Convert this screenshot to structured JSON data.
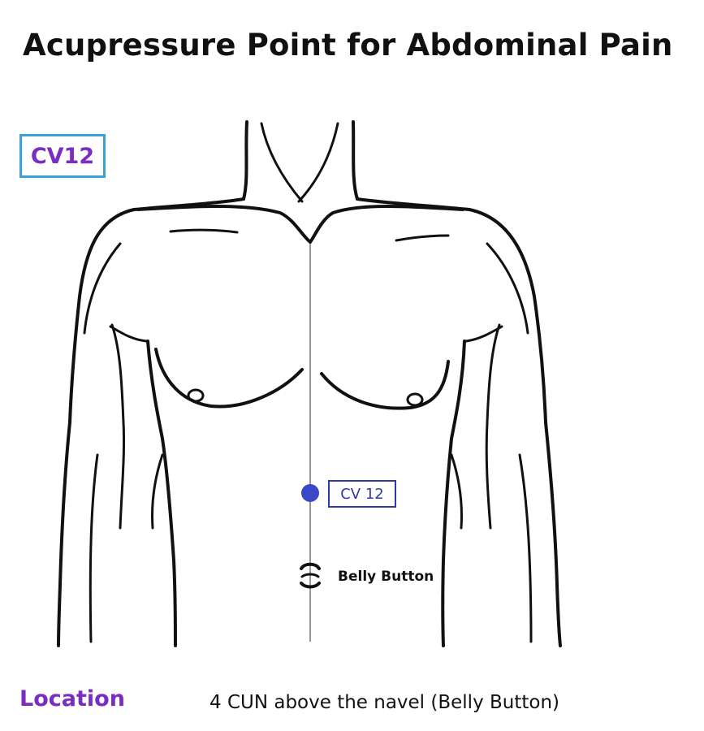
{
  "title": "Acupressure Point for Abdominal Pain",
  "point_tag": "CV12",
  "diagram": {
    "point_label": "CV 12",
    "navel_label": "Belly Button",
    "point_color": "#3a47c8",
    "tag_border_color": "#3aa0db",
    "accent_color": "#7b2cc2"
  },
  "location": {
    "heading": "Location",
    "text": "4 CUN above the navel (Belly Button)"
  }
}
